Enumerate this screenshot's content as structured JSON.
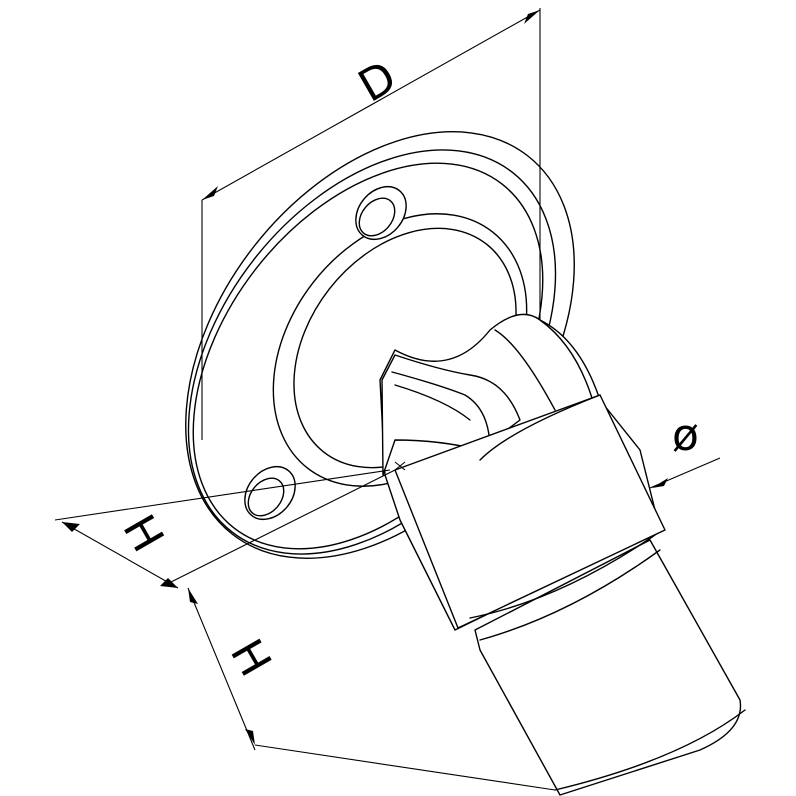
{
  "diagram": {
    "dimensions": {
      "diameter_flange": "D",
      "height_upper": "H",
      "height_lower": "H",
      "tube_diameter": "ø"
    },
    "colors": {
      "line": "#000000",
      "background": "#ffffff"
    }
  }
}
